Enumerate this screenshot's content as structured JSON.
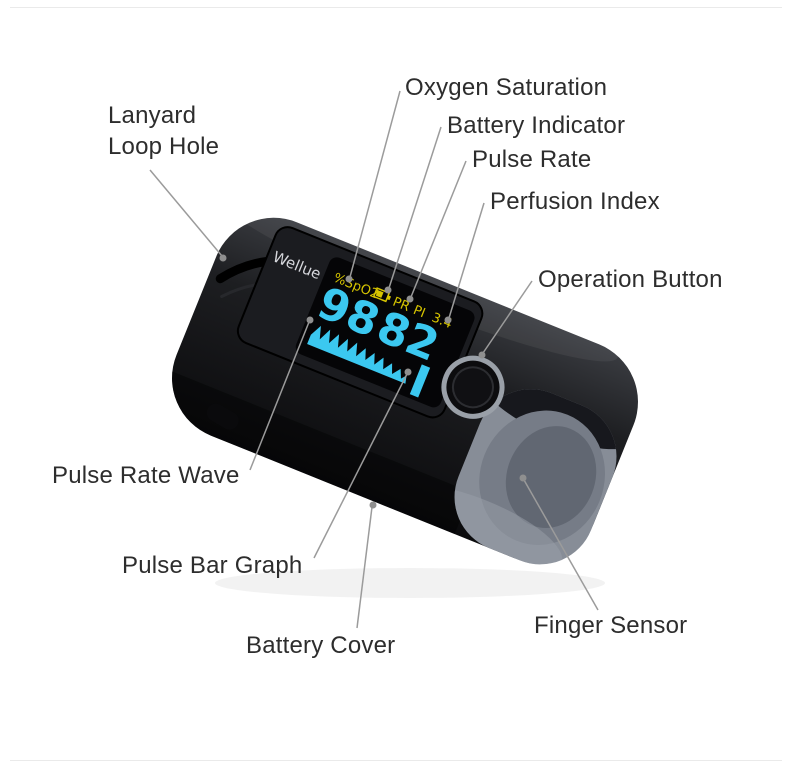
{
  "page": {
    "background": "#ffffff"
  },
  "device": {
    "brand": "Wellue",
    "screen": {
      "spo2_unit": "%SpO2",
      "pr_label": "PR",
      "pi_label": "PI",
      "pi_value": "3.4",
      "spo2_value": "98",
      "pulse_value": "82"
    },
    "colors": {
      "body": "#141519",
      "finger_pad": "#878d97",
      "screen_accent": "#3bc8f0",
      "screen_label_yellow": "#d7c500",
      "button_ring": "#9aa0a8"
    }
  },
  "callouts": [
    {
      "id": "lanyard-loop-hole",
      "label": "Lanyard\nLoop Hole"
    },
    {
      "id": "oxygen-saturation",
      "label": "Oxygen Saturation"
    },
    {
      "id": "battery-indicator",
      "label": "Battery Indicator"
    },
    {
      "id": "pulse-rate",
      "label": "Pulse Rate"
    },
    {
      "id": "perfusion-index",
      "label": "Perfusion Index"
    },
    {
      "id": "operation-button",
      "label": "Operation Button"
    },
    {
      "id": "pulse-rate-wave",
      "label": "Pulse Rate Wave"
    },
    {
      "id": "pulse-bar-graph",
      "label": "Pulse Bar Graph"
    },
    {
      "id": "battery-cover",
      "label": "Battery Cover"
    },
    {
      "id": "finger-sensor",
      "label": "Finger Sensor"
    }
  ]
}
